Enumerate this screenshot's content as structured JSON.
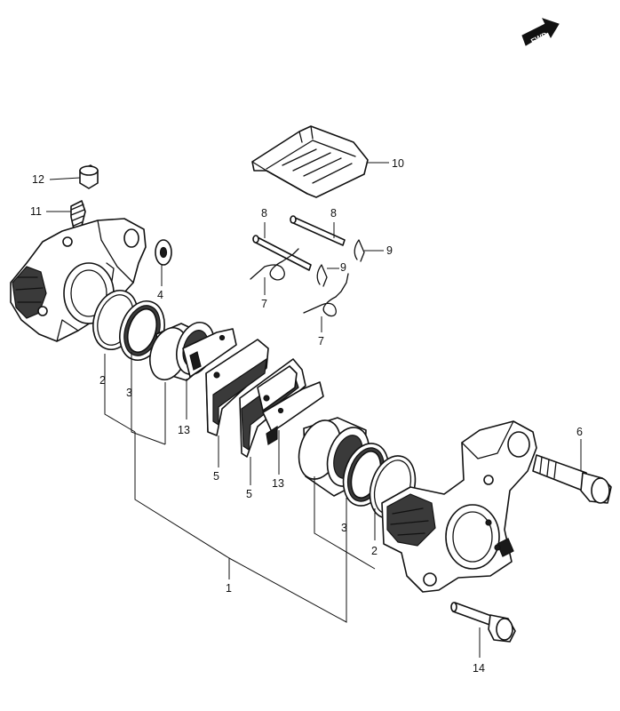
{
  "fwd_badge": "FWD",
  "callouts": {
    "c1": "1",
    "c2a": "2",
    "c2b": "2",
    "c3a": "3",
    "c3b": "3",
    "c4": "4",
    "c5a": "5",
    "c5b": "5",
    "c6": "6",
    "c7a": "7",
    "c7b": "7",
    "c8a": "8",
    "c8b": "8",
    "c9a": "9",
    "c9b": "9",
    "c10": "10",
    "c11": "11",
    "c12": "12",
    "c13a": "13",
    "c13b": "13",
    "c14": "14"
  }
}
